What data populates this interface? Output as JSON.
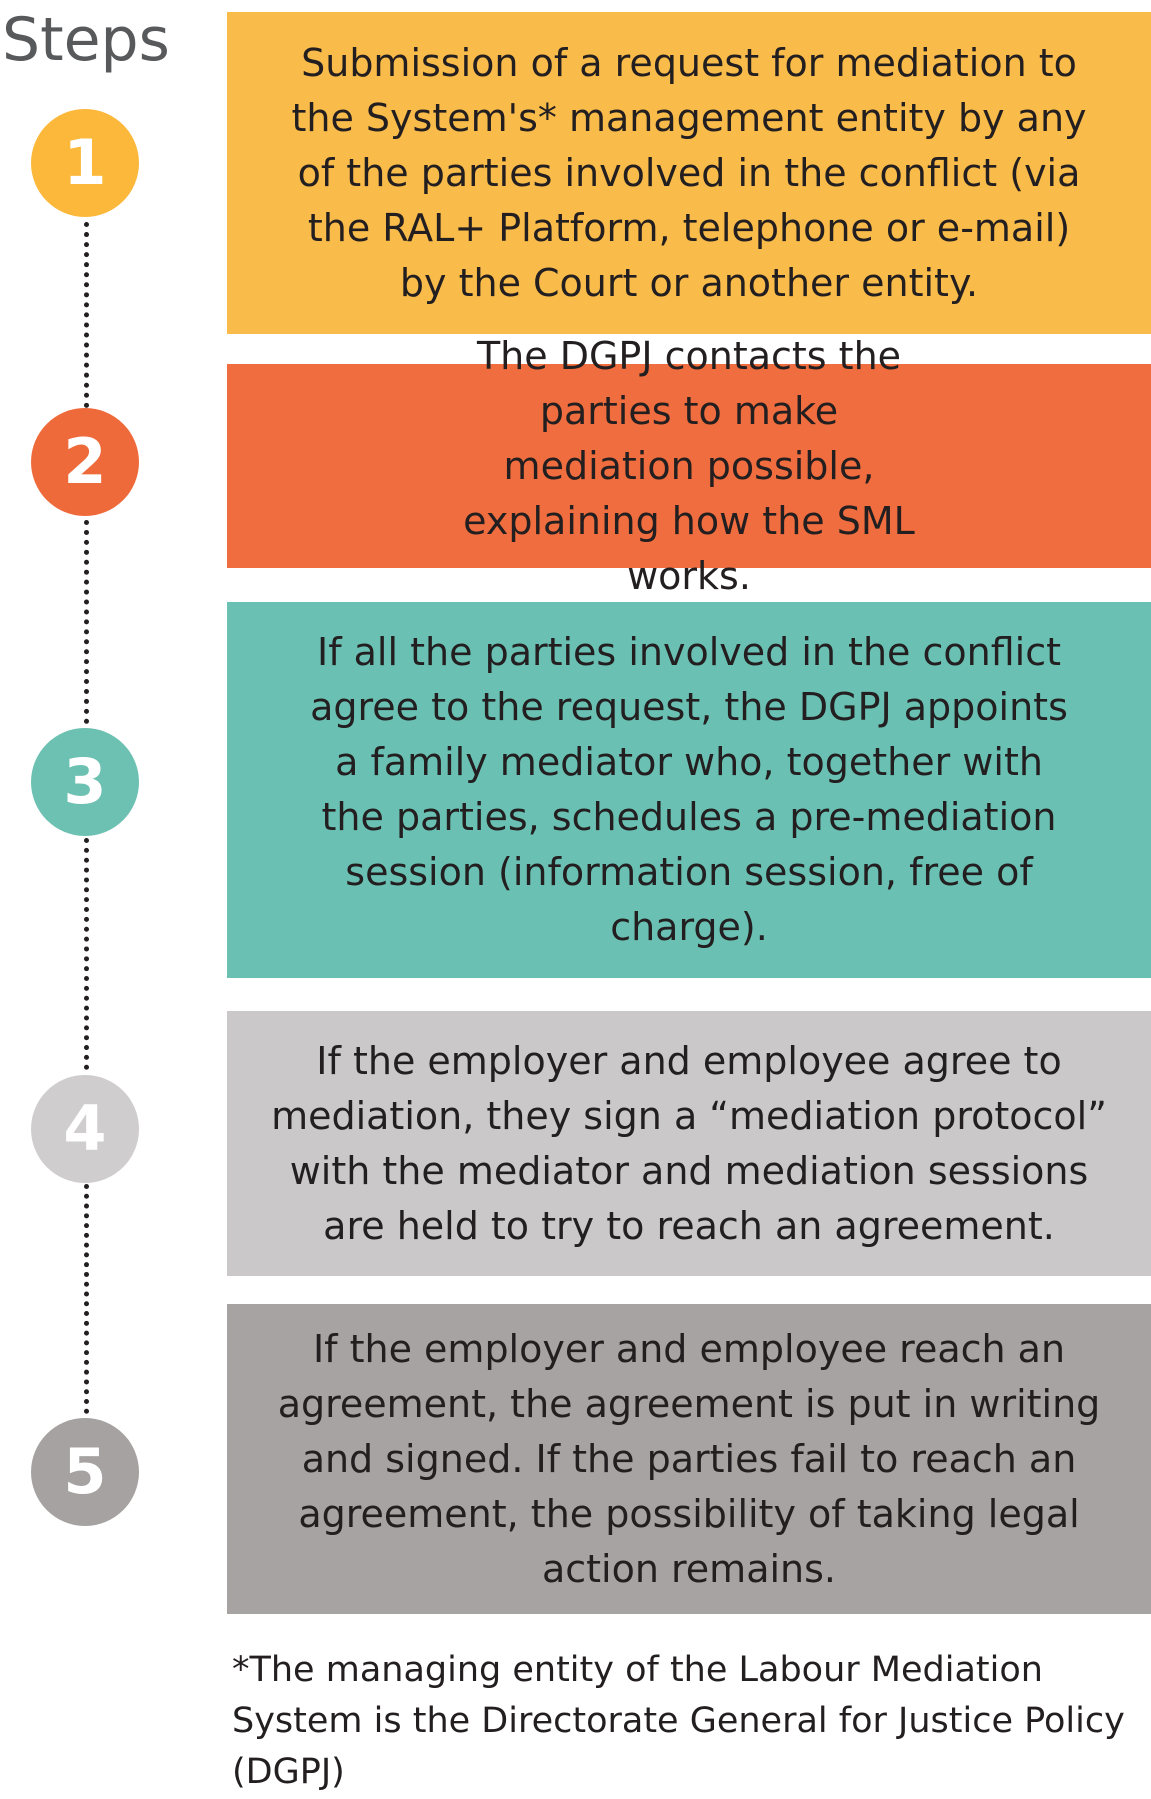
{
  "title": "Steps",
  "steps": [
    {
      "number": "1",
      "text": "Submission of a request for mediation to the System's* management entity by any of the parties involved in the conflict (via the RAL+ Platform, telephone or e-mail) by the Court or another entity.",
      "circle_color": "#fbb83a",
      "box_color": "#f9bb4a"
    },
    {
      "number": "2",
      "text": "The DGPJ contacts the parties to make mediation possible, explaining how the SML works.",
      "circle_color": "#ef6a3a",
      "box_color": "#ef6d3e"
    },
    {
      "number": "3",
      "text": "If all the parties involved in the conflict agree to the request, the DGPJ appoints a family mediator who, together with the parties, schedules a pre-mediation session (information session, free of charge).",
      "circle_color": "#6cc1b2",
      "box_color": "#6ac1b3"
    },
    {
      "number": "4",
      "text": "If the employer and employee agree to mediation, they sign a “mediation protocol” with the mediator and mediation sessions are held to try to reach an agreement.",
      "circle_color": "#cfcdce",
      "box_color": "#cac8c9"
    },
    {
      "number": "5",
      "text": "If the employer and employee reach an agreement, the agreement is put in writing and signed. If the parties fail to reach an agreement, the possibility of taking legal action remains.",
      "circle_color": "#a5a2a1",
      "box_color": "#a6a3a2"
    }
  ],
  "footnote": "*The managing entity of the Labour Mediation System is the Directorate General for Justice Policy (DGPJ)"
}
